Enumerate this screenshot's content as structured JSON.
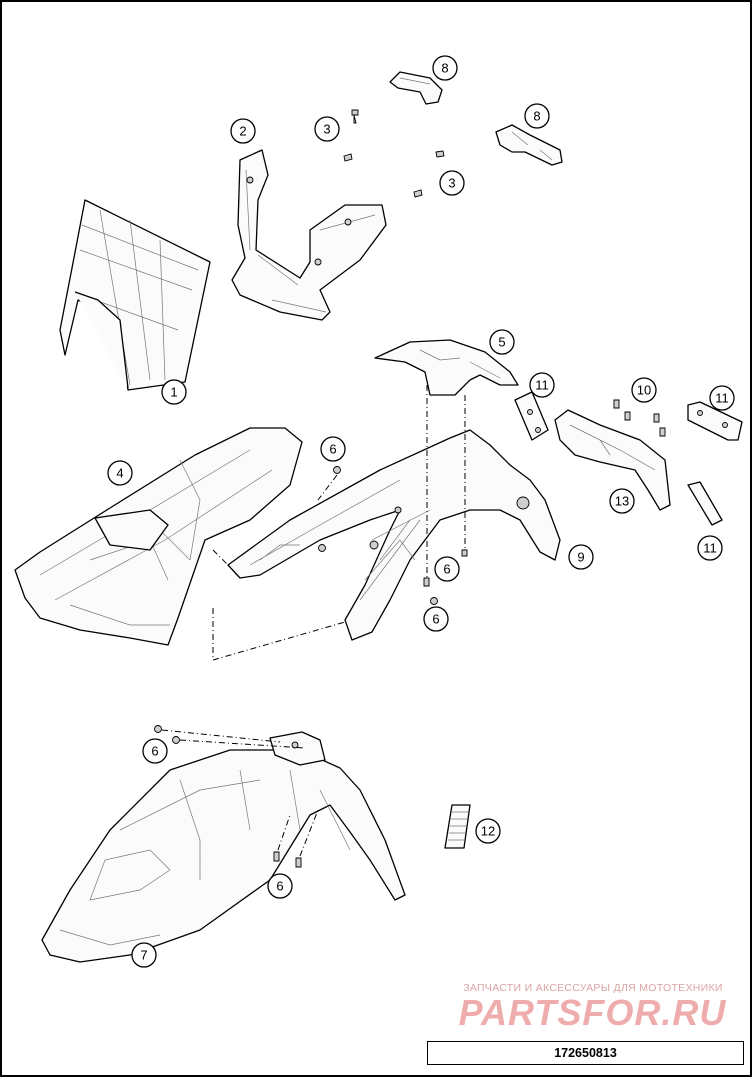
{
  "diagram": {
    "callouts": [
      "1",
      "2",
      "3",
      "3",
      "4",
      "5",
      "6",
      "6",
      "6",
      "6",
      "6",
      "7",
      "8",
      "8",
      "9",
      "10",
      "11",
      "11",
      "11",
      "12",
      "13"
    ]
  },
  "watermark": {
    "tagline": "ЗАПЧАСТИ И АКСЕССУАРЫ ДЛЯ МОТОТЕХНИКИ",
    "logo_text": "PARTSFOR.RU"
  },
  "footer": {
    "part_number": "172650813"
  },
  "colors": {
    "line": "#000000",
    "background": "#ffffff",
    "watermark": "#dc4646"
  }
}
